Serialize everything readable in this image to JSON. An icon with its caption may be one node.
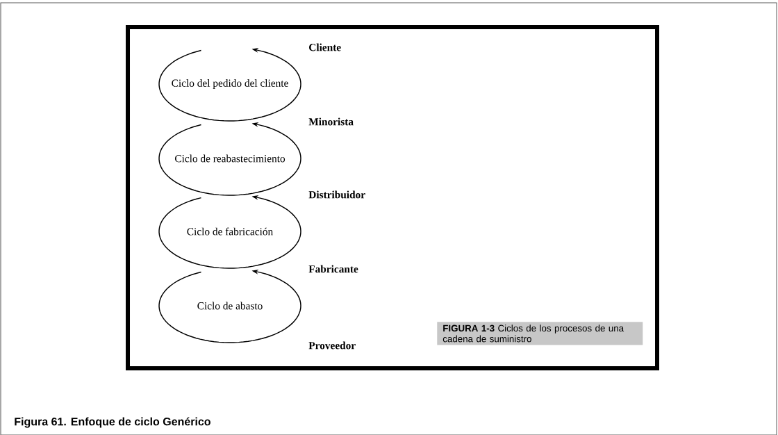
{
  "diagram": {
    "caption": "Figura 61. Enfoque de ciclo Genérico",
    "nodes": [
      {
        "text": [
          "Ciclo del pedido del cliente"
        ]
      },
      {
        "text": [
          "Ciclo de reabastecimiento"
        ]
      },
      {
        "text": [
          "Ciclo de fabricación"
        ]
      },
      {
        "text": [
          "Ciclo de abasto"
        ]
      },
      {
        "text": [
          "**FIGURA 1-3** Ciclos de los procesos de una cadena de suministro"
        ]
      }
    ],
    "labels": [
      "Cliente",
      "Minorista",
      "Distribuidor",
      "Fabricante",
      "Proveedor"
    ]
  }
}
